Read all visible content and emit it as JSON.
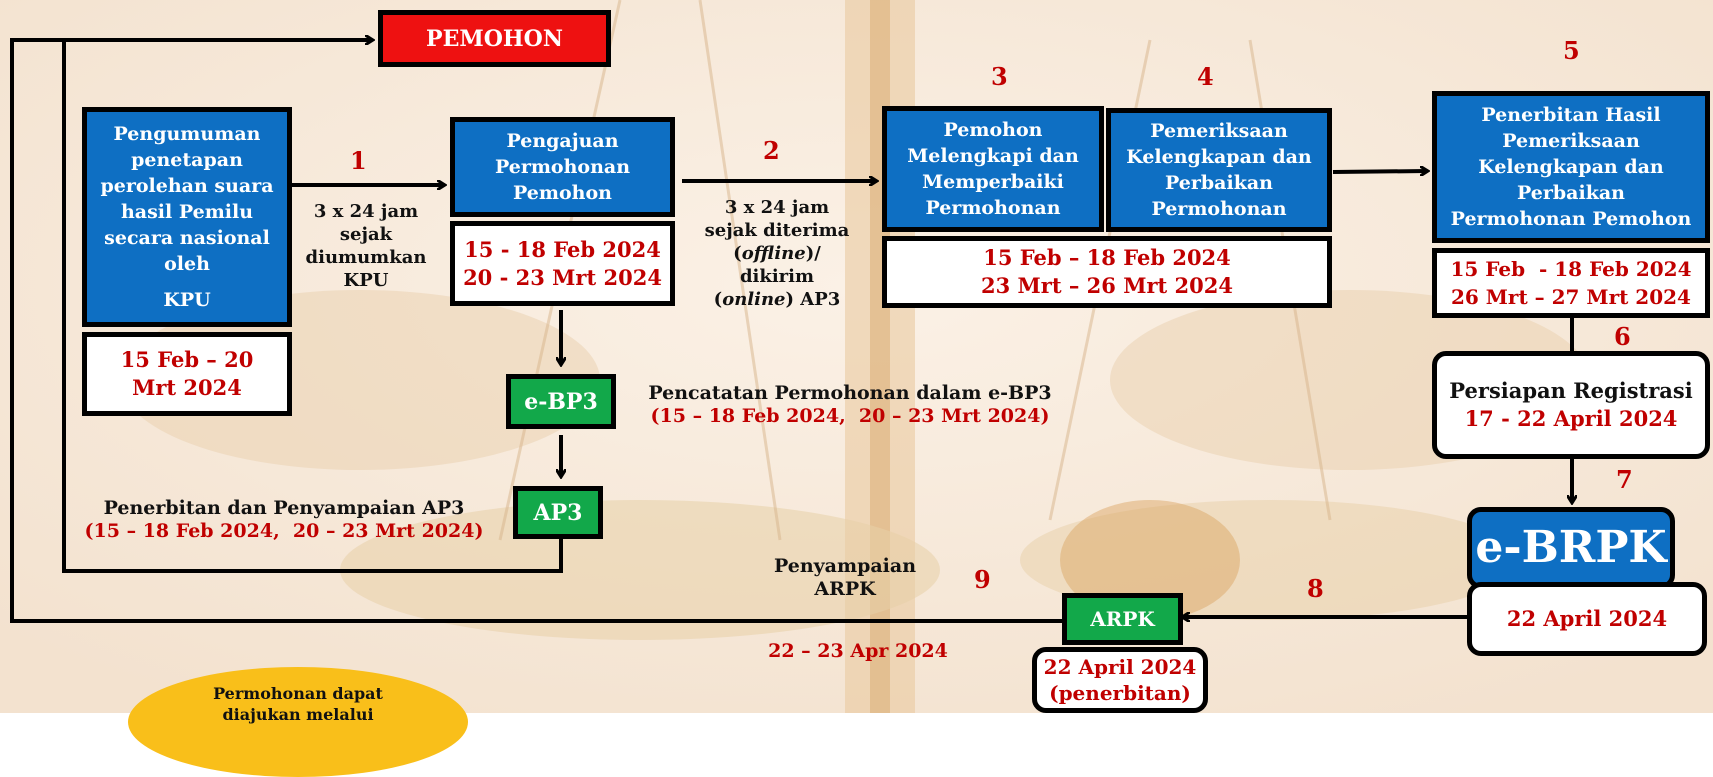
{
  "boxes": {
    "pemohon": "PEMOHON",
    "pengumuman": "Pengumuman penetapan perolehan suara hasil Pemilu secara nasional oleh",
    "pengumuman_kpu": "KPU",
    "pengumuman_date": "15 Feb – 20 Mrt 2024",
    "pengajuan": "Pengajuan Permohonan Pemohon",
    "pengajuan_date1": "15 - 18 Feb 2024",
    "pengajuan_date2": "20 - 23 Mrt 2024",
    "melengkapi": "Pemohon Melengkapi dan Memperbaiki Permohonan",
    "pemeriksaan": "Pemeriksaan Kelengkapan dan Perbaikan Permohonan",
    "step34_date1": "15 Feb – 18 Feb 2024",
    "step34_date2": "23 Mrt – 26 Mrt 2024",
    "penerbitan_hasil": "Penerbitan Hasil Pemeriksaan Kelengkapan dan Perbaikan Permohonan Pemohon",
    "penerbitan_date1": "15 Feb  - 18 Feb 2024",
    "penerbitan_date2": "26 Mrt – 27 Mrt 2024",
    "persiapan": "Persiapan Registrasi",
    "persiapan_date": "17 - 22 April 2024",
    "ebrpk": "e-BRPK",
    "ebrpk_date": "22 April 2024",
    "ebp3": "e-BP3",
    "ap3": "AP3",
    "arpk": "ARPK",
    "arpk_date1": "22 April 2024",
    "arpk_date2": "(penerbitan)"
  },
  "numbers": {
    "n1": "1",
    "n2": "2",
    "n3": "3",
    "n4": "4",
    "n5": "5",
    "n6": "6",
    "n7": "7",
    "n8": "8",
    "n9": "9"
  },
  "labels": {
    "step1_l1": "3 x 24 jam",
    "step1_l2": "sejak",
    "step1_l3": "diumumkan",
    "step1_l4": "KPU",
    "step2_l1": "3 x 24 jam",
    "step2_l2": "sejak diterima",
    "step2_offline": "offline",
    "step2_l4": "dikirim",
    "step2_online": "online",
    "step2_ap3": " AP3",
    "pencatatan": "Pencatatan Permohonan dalam e-BP3",
    "pencatatan_date": "(15 – 18 Feb 2024,  20 – 23 Mrt 2024)",
    "penyampaian_ap3": "Penerbitan dan Penyampaian AP3",
    "penyampaian_ap3_date": "(15 – 18 Feb 2024,  20 – 23 Mrt 2024)",
    "penyampaian_arpk": "Penyampaian ARPK",
    "penyampaian_arpk_date": "22 – 23 Apr 2024",
    "ellipse_text": "Permohonan dapat diajukan melalui"
  },
  "colors": {
    "blue_box": "#0e6fc3",
    "green_box": "#12a84a",
    "red_box": "#ee1111",
    "red_text": "#c00000",
    "ellipse": "#f9bf1a"
  }
}
